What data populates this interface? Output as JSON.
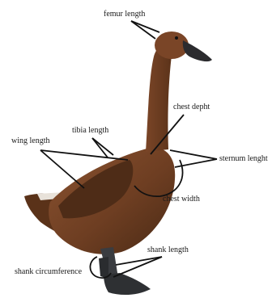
{
  "diagram": {
    "subject": "duck",
    "colors": {
      "plumage": "#6e3e22",
      "plumage_dark": "#4a2a15",
      "plumage_light": "#8a5230",
      "bill": "#2b2b2e",
      "legs": "#3a3c40",
      "lines": "#111111"
    },
    "labels": {
      "femur_length": "femur length",
      "chest_depht": "chest depht",
      "tibia_length": "tibia length",
      "wing_length": "wing length",
      "sternum_length": "sternum lenght",
      "chest_width": "chest width",
      "shank_length": "shank length",
      "shank_circumference": "shank circumference"
    }
  }
}
